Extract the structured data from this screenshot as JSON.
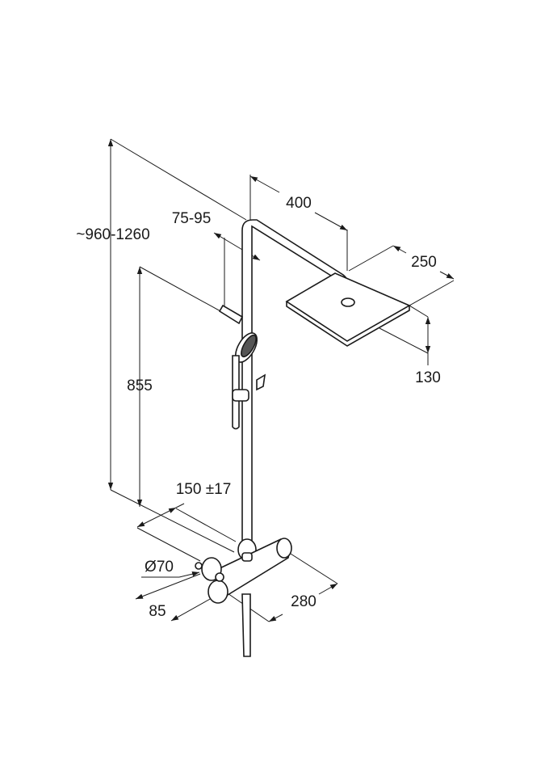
{
  "title": "Shower system dimension drawing",
  "dimensions": {
    "total_height": "~960-1260",
    "arm_length": "400",
    "hand_holder_range": "75-95",
    "head_width": "250",
    "head_drop": "130",
    "holder_height": "855",
    "inlet_spacing": "150 ±17",
    "escutcheon_diameter": "Ø70",
    "wall_distance": "85",
    "mixer_length": "280"
  },
  "colors": {
    "line": "#1a1a1a",
    "background": "#ffffff"
  }
}
